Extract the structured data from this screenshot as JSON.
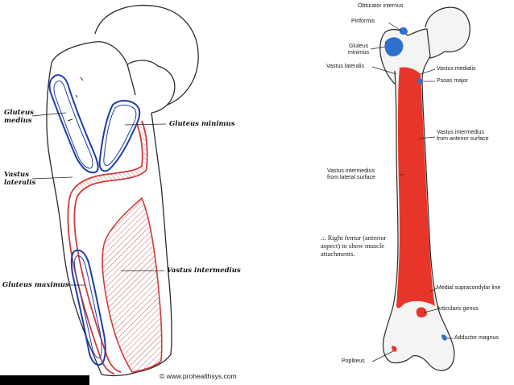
{
  "left_figure": {
    "labels": {
      "gluteus_medius": [
        "Gluteus",
        "medius"
      ],
      "gluteus_minimus": "Gluteus minimus",
      "vastus_lateralis": [
        "Vastus",
        "lateralis"
      ],
      "vastus_intermedius": "Vastus intermedius",
      "gluteus_maximus": "Gluteus maximus"
    }
  },
  "right_figure": {
    "labels": {
      "obturator_internus": "Obturator internus",
      "piriformis": "Piriformis",
      "gluteus_minimus": [
        "Gluteus",
        "minimus"
      ],
      "vastus_lateralis": "Vastus lateralis",
      "vastus_medialis": "Vastus medialis",
      "psoas_major": "Psoas major",
      "vastus_intermedius_anterior": [
        "Vastus intermedius",
        "from anterior surface"
      ],
      "vastus_intermedius_lateral": [
        "Vastus intermedius",
        "from lateral surface"
      ],
      "medial_supracondylar_line": "Medial supracondylar line",
      "articularis_genus": "Articularis genus",
      "adductor_magnus": "Adductor magnus",
      "popliteus": "Popliteus"
    },
    "caption": [
      "Right femur (anterior",
      "aspect) to show muscle",
      "attachments."
    ],
    "caption_mark": ".:."
  },
  "credit": "© www.prohealthsys.com",
  "colors": {
    "muscle_red": "#e8352a",
    "outline_blue": "#1e3fa8",
    "outline_red": "#d23a3a",
    "bone_outline": "#2b2b2b"
  }
}
